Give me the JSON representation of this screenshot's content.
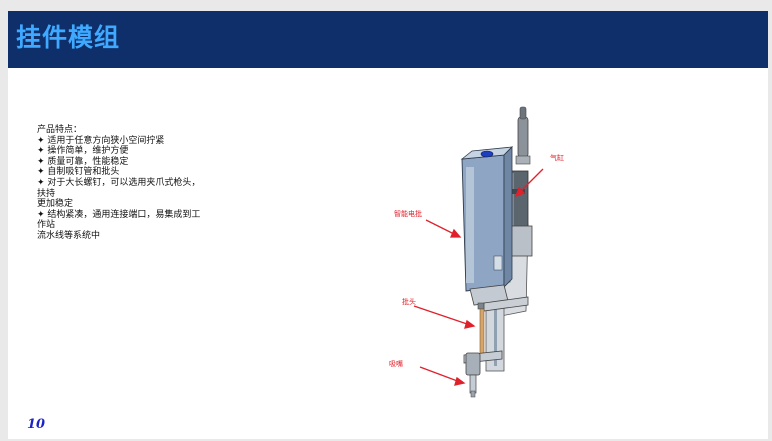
{
  "slide": {
    "title": "挂件模组",
    "page_number": "10"
  },
  "features": {
    "heading": "产品特点：",
    "lines": [
      "✦ 适用于任意方向狭小空间拧紧",
      "✦ 操作简单，维护方便",
      "✦ 质量可靠，性能稳定",
      "✦ 自制吸钉管和批头",
      "✦ 对于大长螺钉，可以选用夹爪式枪头，",
      "扶持",
      "更加稳定",
      "✦ 结构紧凑，通用连接端口，易集成到工",
      "作站",
      "流水线等系统中"
    ]
  },
  "callouts": {
    "cylinder": "气缸",
    "smart_driver": "智能电批",
    "bit": "批头",
    "nozzle": "吸嘴"
  },
  "colors": {
    "title_bar": "#0e2f6a",
    "title_text": "#3fa9ff",
    "callout": "#e0202a",
    "page_number": "#1a22c8"
  }
}
